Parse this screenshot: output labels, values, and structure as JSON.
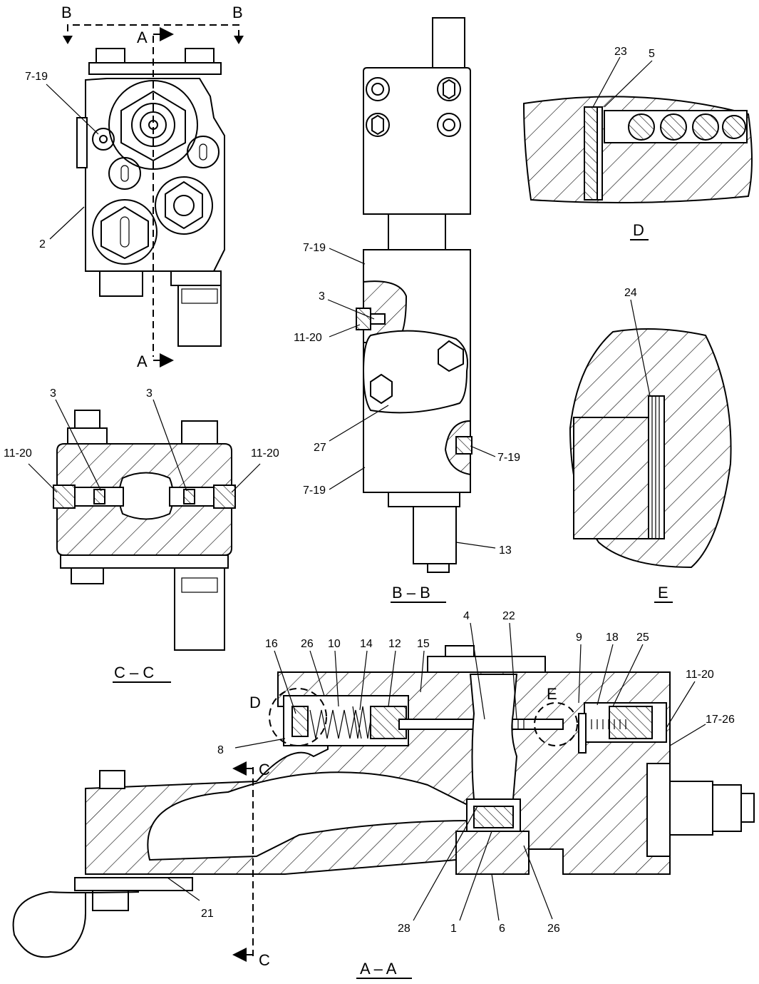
{
  "section_markers": {
    "b_left": "B",
    "b_right": "B",
    "a_top": "A",
    "a_bottom": "A",
    "c_top": "C",
    "c_bottom": "C"
  },
  "view_titles": {
    "cc": "C – C",
    "bb": "B – B",
    "d": "D",
    "e": "E",
    "aa": "A – A"
  },
  "detail_callouts": {
    "d": "D",
    "e": "E"
  },
  "callouts": {
    "top_view": {
      "c7_19": "7-19",
      "c2": "2"
    },
    "cc_view": {
      "c3_left": "3",
      "c3_right": "3",
      "c11_20_left": "11-20",
      "c11_20_right": "11-20"
    },
    "bb_view": {
      "c7_19_top": "7-19",
      "c3": "3",
      "c11_20": "11-20",
      "c27": "27",
      "c7_19_right": "7-19",
      "c7_19_bottom": "7-19",
      "c13": "13"
    },
    "d_view": {
      "c23": "23",
      "c5": "5"
    },
    "e_view": {
      "c24": "24"
    },
    "aa_view": {
      "c16": "16",
      "c26_top": "26",
      "c10": "10",
      "c14": "14",
      "c12": "12",
      "c15": "15",
      "c4": "4",
      "c22": "22",
      "c9": "9",
      "c18": "18",
      "c25": "25",
      "c11_20": "11-20",
      "c17_26": "17-26",
      "c8": "8",
      "c21": "21",
      "c28": "28",
      "c1": "1",
      "c6": "6",
      "c26_bottom": "26"
    }
  }
}
